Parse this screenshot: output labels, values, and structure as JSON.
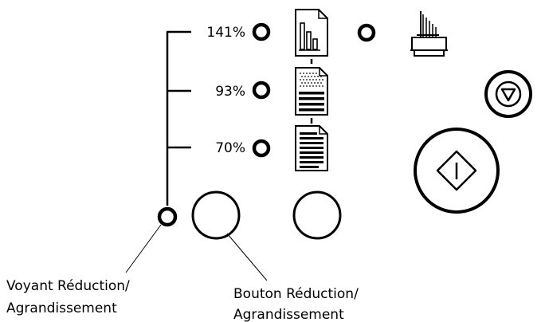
{
  "zoom_levels": [
    {
      "label": "141%",
      "doc_icon": "bar-chart-document-icon"
    },
    {
      "label": "93%",
      "doc_icon": "photo-text-document-icon"
    },
    {
      "label": "70%",
      "doc_icon": "text-document-icon"
    }
  ],
  "callouts": {
    "indicator_line1": "Voyant Réduction/",
    "indicator_line2": "Agrandissement",
    "button_line1": "Bouton Réduction/",
    "button_line2": "Agrandissement"
  },
  "icons": {
    "printer": "printer-icon",
    "stop": "stop-icon",
    "start": "start-icon"
  },
  "colors": {
    "ink": "#000000",
    "background": "#ffffff"
  }
}
